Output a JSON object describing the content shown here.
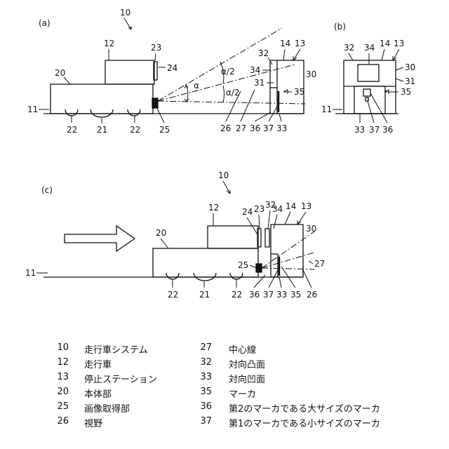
{
  "panels": {
    "a": {
      "tag": "(a)"
    },
    "b": {
      "tag": "(b)"
    },
    "c": {
      "tag": "(c)"
    }
  },
  "angle_labels": {
    "alpha": "α",
    "half_upper": "α/2",
    "half_lower": "α/2"
  },
  "ref_labels": {
    "a": {
      "n10": "10",
      "n12": "12",
      "n23": "23",
      "n24": "24",
      "n20": "20",
      "n11": "11",
      "n22l": "22",
      "n21": "21",
      "n22r": "22",
      "n25": "25",
      "n26": "26",
      "n27": "27",
      "n36": "36",
      "n37": "37",
      "n33": "33",
      "n32": "32",
      "n14": "14",
      "n13": "13",
      "n34": "34",
      "n30": "30",
      "n31": "31",
      "n35": "35"
    },
    "b": {
      "n32": "32",
      "n34": "34",
      "n14": "14",
      "n13": "13",
      "n30": "30",
      "n31": "31",
      "n35": "35",
      "n11": "11",
      "n33": "33",
      "n37": "37",
      "n36": "36"
    },
    "c": {
      "n10": "10",
      "n12": "12",
      "n20": "20",
      "n24": "24",
      "n23": "23",
      "n32": "32",
      "n34": "34",
      "n14": "14",
      "n13": "13",
      "n30": "30",
      "n27": "27",
      "n25": "25",
      "n11": "11",
      "n22l": "22",
      "n21": "21",
      "n22r": "22",
      "n36": "36",
      "n37": "37",
      "n33": "33",
      "n35": "35",
      "n26": "26"
    }
  },
  "legend": {
    "left": [
      {
        "num": "10",
        "text": "走行車システム"
      },
      {
        "num": "12",
        "text": "走行車"
      },
      {
        "num": "13",
        "text": "停止ステーション"
      },
      {
        "num": "20",
        "text": "本体部"
      },
      {
        "num": "25",
        "text": "画像取得部"
      },
      {
        "num": "26",
        "text": "視野"
      }
    ],
    "right": [
      {
        "num": "27",
        "text": "中心線"
      },
      {
        "num": "32",
        "text": "対向凸面"
      },
      {
        "num": "33",
        "text": "対向凹面"
      },
      {
        "num": "35",
        "text": "マーカ"
      },
      {
        "num": "36",
        "text": "第2のマーカである大サイズのマーカ"
      },
      {
        "num": "37",
        "text": "第1のマーカである小サイズのマーカ"
      }
    ]
  }
}
